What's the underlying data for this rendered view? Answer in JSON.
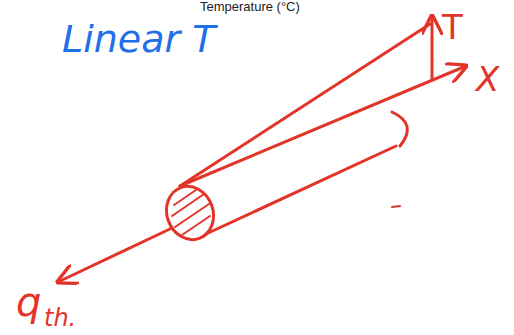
{
  "diagram": {
    "labels": [
      "Temperature (°C)",
      "Linear T",
      "T",
      "X",
      "q",
      "th."
    ]
  }
}
